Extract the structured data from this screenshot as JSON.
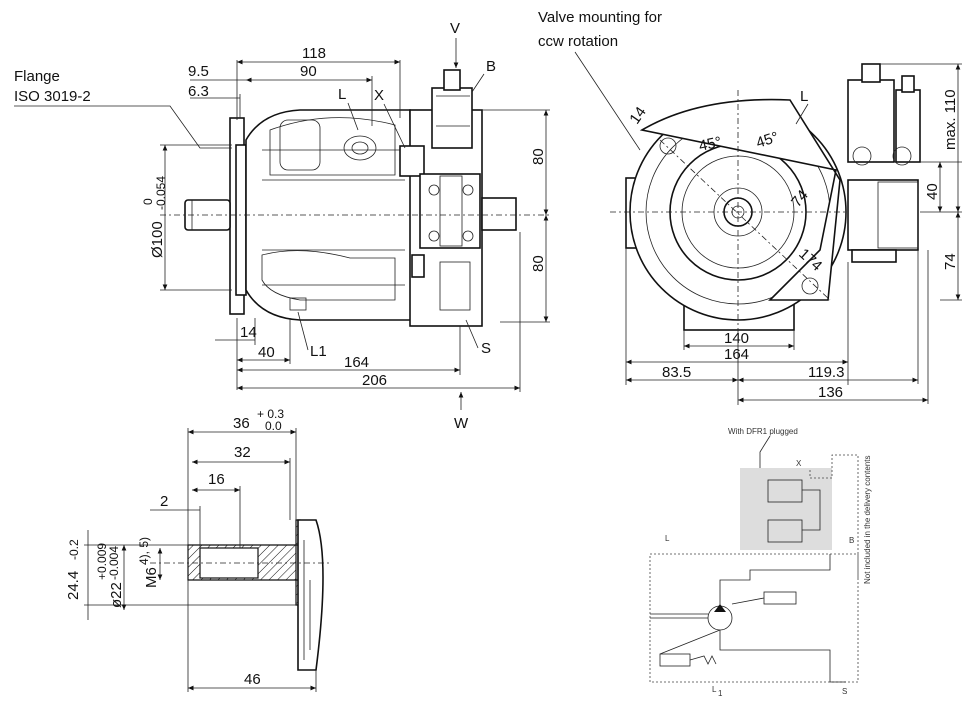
{
  "labels": {
    "flange_line1": "Flange",
    "flange_line2": "ISO 3019-2",
    "valve_line1": "Valve mounting for",
    "valve_line2": "ccw rotation",
    "port_v": "V",
    "port_b": "B",
    "port_l": "L",
    "port_x": "X",
    "port_l1": "L1",
    "port_s": "S",
    "port_w": "W",
    "port_l_right": "L"
  },
  "dimensions": {
    "d118": "118",
    "d9_5": "9.5",
    "d90": "90",
    "d6_3": "6.3",
    "d80_top": "80",
    "d80_bottom": "80",
    "d100": "Ø100",
    "d100_tol_upper": "0",
    "d100_tol_lower": "-0.054",
    "d14_left": "14",
    "d40_left": "40",
    "d164_left": "164",
    "d206": "206",
    "d14_right": "14",
    "a45_1": "45°",
    "a45_2": "45°",
    "d74_diag": "74",
    "d174": "174",
    "d140": "140",
    "d164_right": "164",
    "d83_5": "83.5",
    "d119_3": "119.3",
    "d136": "136",
    "dmax110": "max. 110",
    "d40_right": "40",
    "d74_right": "74",
    "d36": "36",
    "d36_tol_upper": "+ 0.3",
    "d36_tol_lower": "0.0",
    "d32": "32",
    "d16": "16",
    "d2": "2",
    "d24_4": "24.4",
    "d24_4_tol": "-0.2",
    "d22": "ø22",
    "d22_tol_upper": "+0.009",
    "d22_tol_lower": "-0.004",
    "m6": "M6",
    "m6_note": "4), 5)",
    "d46": "46"
  },
  "schematic": {
    "title": "With DFR1 plugged",
    "port_x": "X",
    "port_b": "B",
    "port_l": "L",
    "port_l1": "L",
    "port_l1_sub": "1",
    "port_s": "S",
    "note": "Not included in the delivery contents"
  }
}
